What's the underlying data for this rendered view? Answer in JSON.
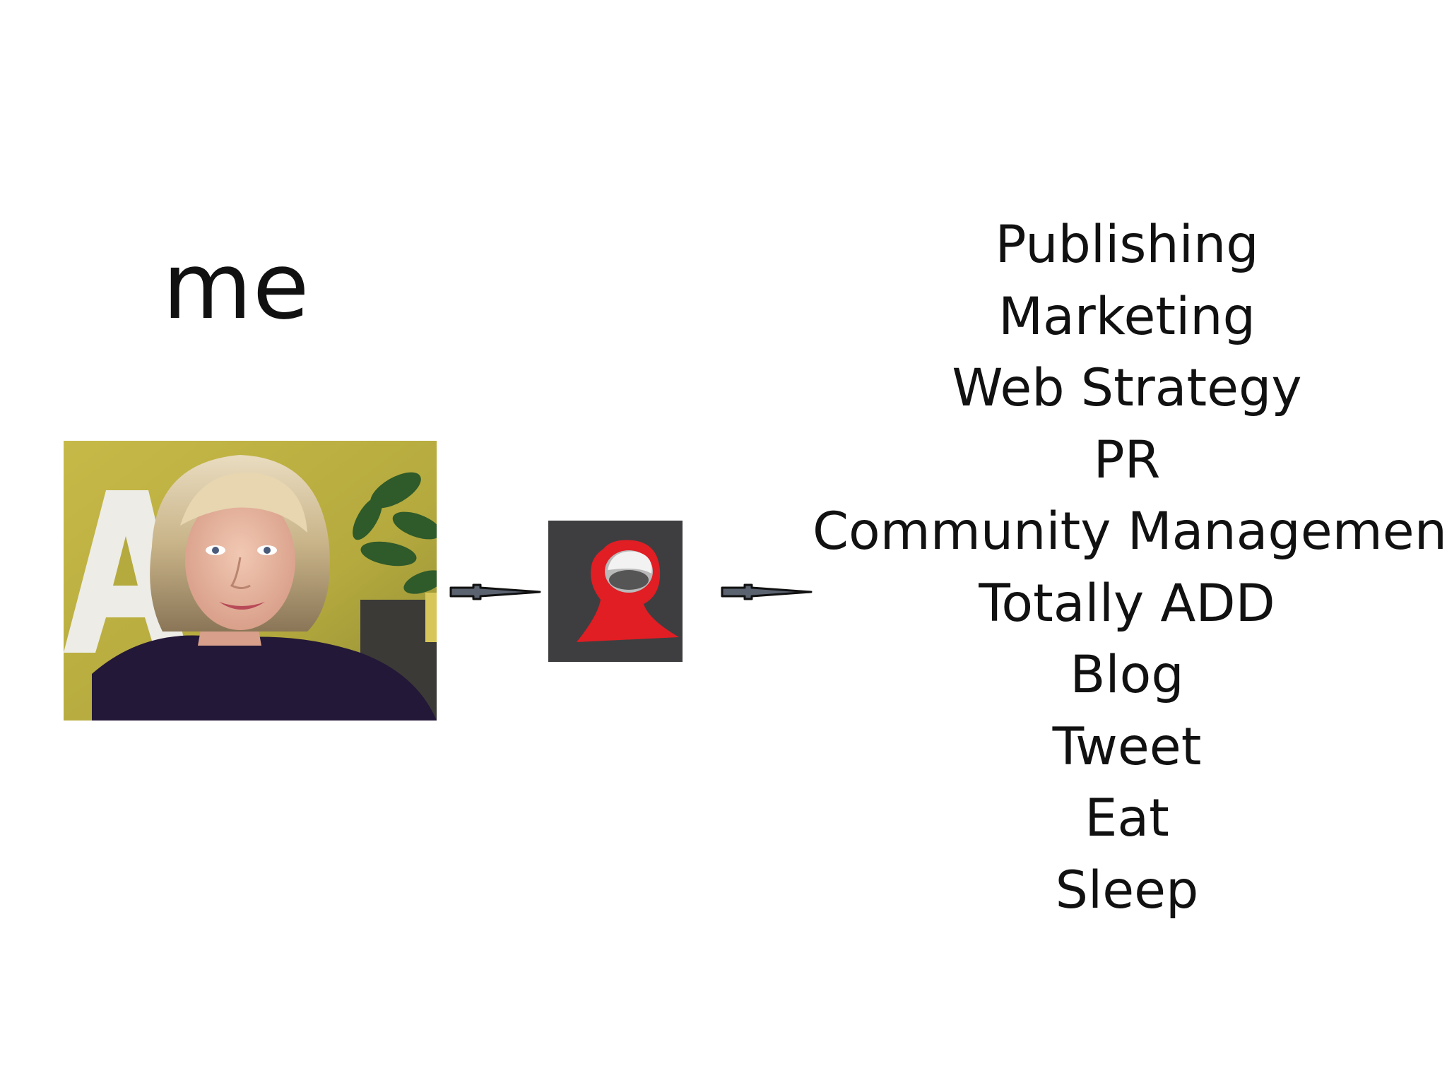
{
  "slide": {
    "title": "me",
    "items": [
      "Publishing",
      "Marketing",
      "Web Strategy",
      "PR",
      "Community Management",
      "Totally ADD",
      "Blog",
      "Tweet",
      "Eat",
      "Sleep"
    ]
  },
  "colors": {
    "background": "#ffffff",
    "text": "#111111",
    "logo_bg": "#3e3e40",
    "logo_red": "#e01e24",
    "arrow_fill": "#5b6370"
  },
  "icons": {
    "photo": "portrait-photo",
    "logo": "red-hooded-figure-logo",
    "arrow": "right-arrow-icon"
  }
}
